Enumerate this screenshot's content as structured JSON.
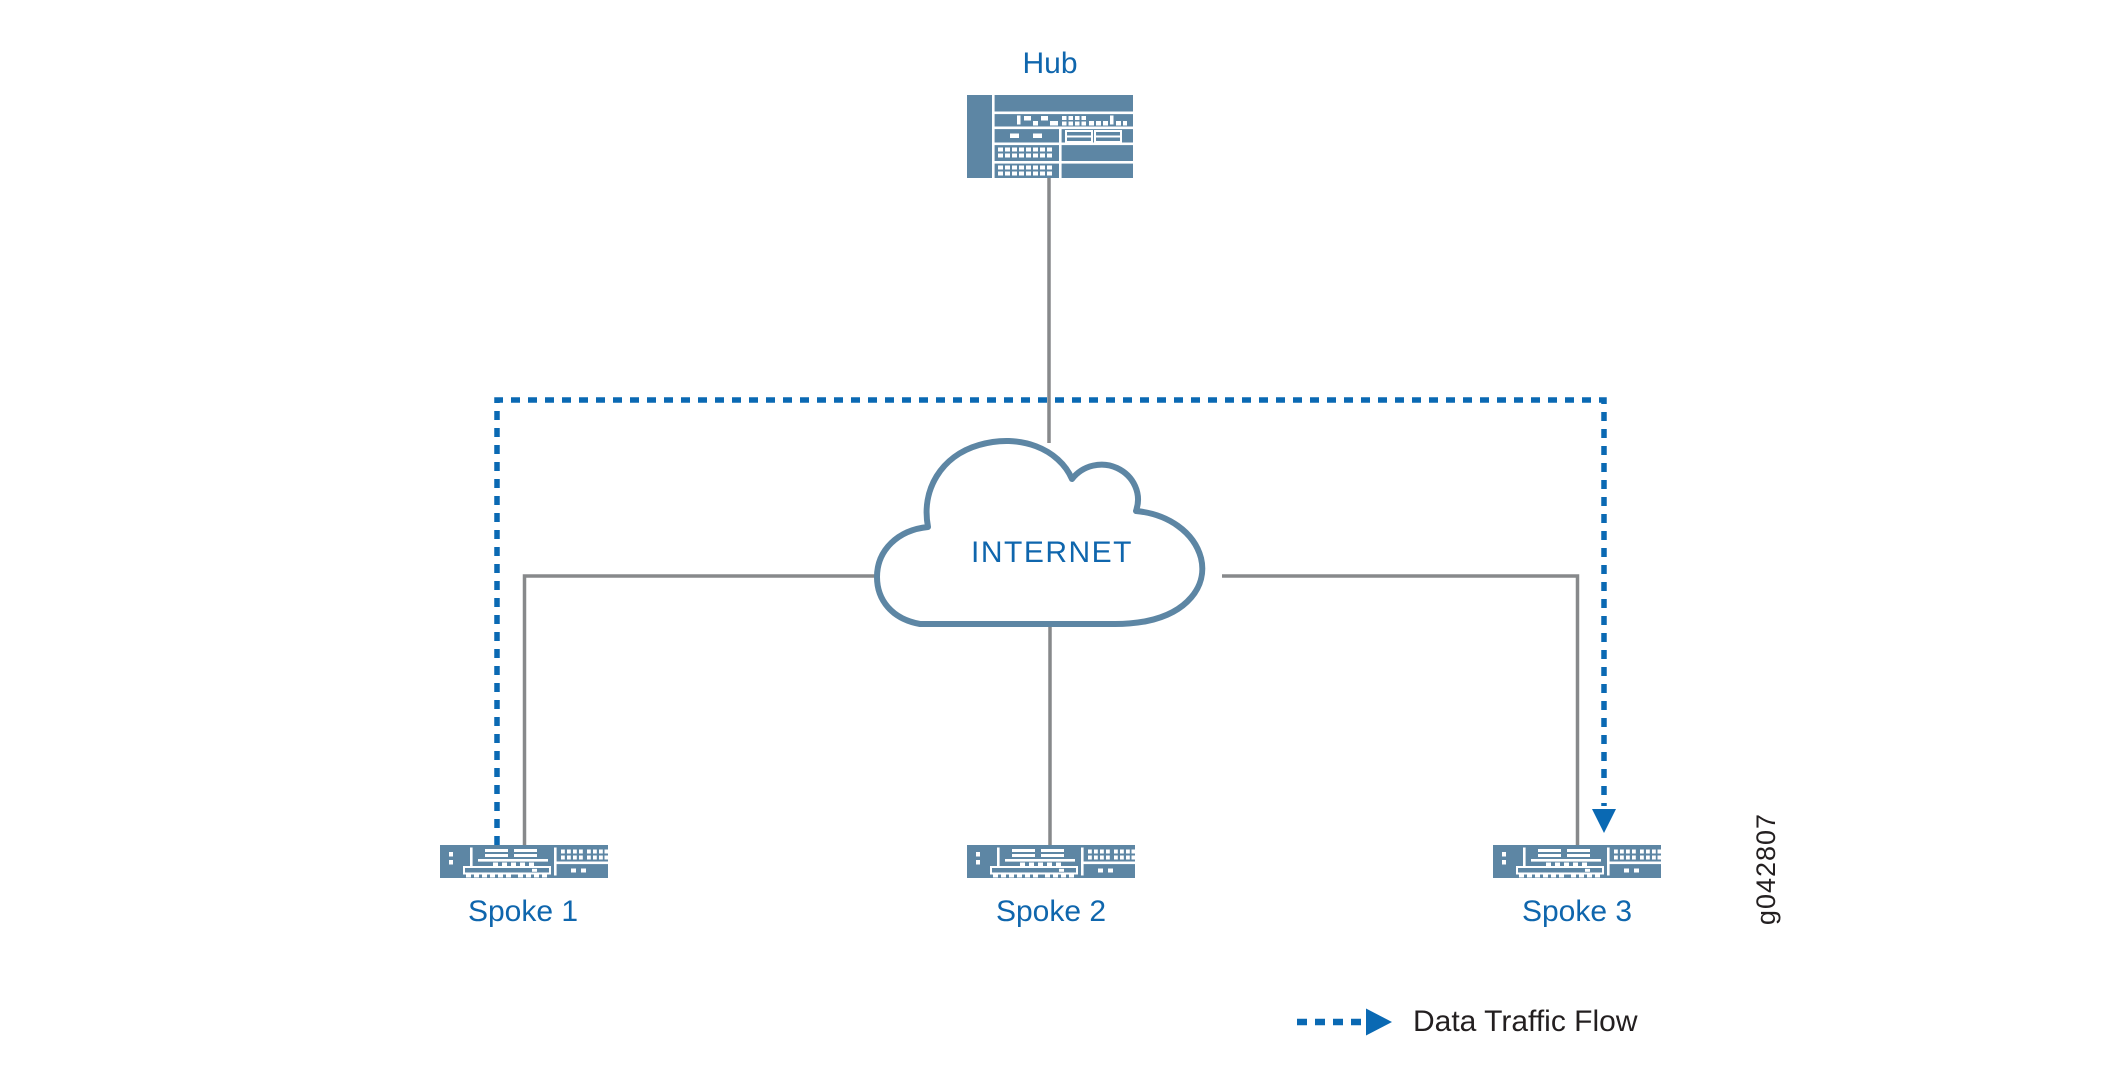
{
  "figure_id": "g042807",
  "colors": {
    "accent_blue": "#0a69b3",
    "label_blue": "#0f66ad",
    "device_blue": "#5d86a4",
    "line_gray": "#87898b",
    "text_dark": "#231f20"
  },
  "nodes": {
    "hub": {
      "label": "Hub",
      "device": "chassis-router"
    },
    "internet": {
      "label": "INTERNET",
      "shape": "cloud"
    },
    "spokes": [
      {
        "label": "Spoke 1",
        "device": "rack-router"
      },
      {
        "label": "Spoke 2",
        "device": "rack-router"
      },
      {
        "label": "Spoke 3",
        "device": "rack-router"
      }
    ]
  },
  "links": [
    {
      "from": "Hub",
      "to": "INTERNET",
      "style": "solid"
    },
    {
      "from": "INTERNET",
      "to": "Spoke 1",
      "style": "solid"
    },
    {
      "from": "INTERNET",
      "to": "Spoke 2",
      "style": "solid"
    },
    {
      "from": "INTERNET",
      "to": "Spoke 3",
      "style": "solid"
    },
    {
      "from": "Spoke 1",
      "to": "Spoke 3",
      "style": "dashed-arrow",
      "meaning": "Data Traffic Flow"
    }
  ],
  "legend": {
    "label": "Data Traffic Flow",
    "symbol": "dashed-arrow-right"
  }
}
